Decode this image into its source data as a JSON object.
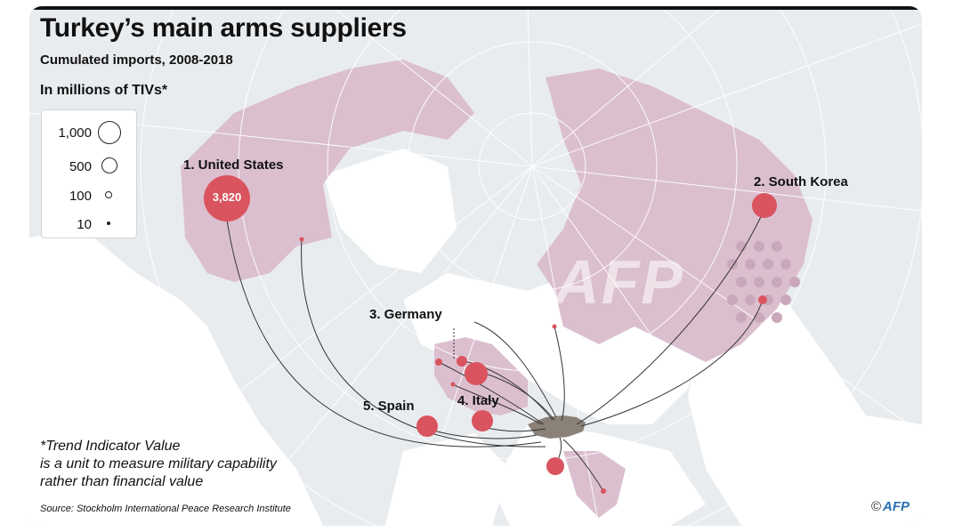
{
  "title": "Turkey’s main arms suppliers",
  "subtitle": "Cumulated imports, 2008-2018",
  "units": "In millions of TIVs*",
  "legend": {
    "items": [
      {
        "label": "1,000"
      },
      {
        "label": "500"
      },
      {
        "label": "100"
      },
      {
        "label": "10"
      }
    ]
  },
  "suppliers": [
    {
      "rank": 1,
      "label": "1. United States",
      "value_label": "3,820"
    },
    {
      "rank": 2,
      "label": "2. South Korea"
    },
    {
      "rank": 3,
      "label": "3. Germany"
    },
    {
      "rank": 4,
      "label": "4. Italy"
    },
    {
      "rank": 5,
      "label": "5. Spain"
    }
  ],
  "footnote": {
    "lines": [
      "*Trend Indicator Value",
      "is a unit to measure military capability",
      "rather than financial value"
    ]
  },
  "source": "Source: Stockholm International Peace Research Institute",
  "credit": {
    "symbol": "©",
    "agency": "AFP"
  },
  "watermark": "AFP",
  "colors": {
    "supplier_bubble": "#d9545e",
    "supplier_land": "#dbbfcf",
    "other_land": "#ffffff",
    "ocean": "#e9ecef",
    "turkey": "#8a8178"
  }
}
